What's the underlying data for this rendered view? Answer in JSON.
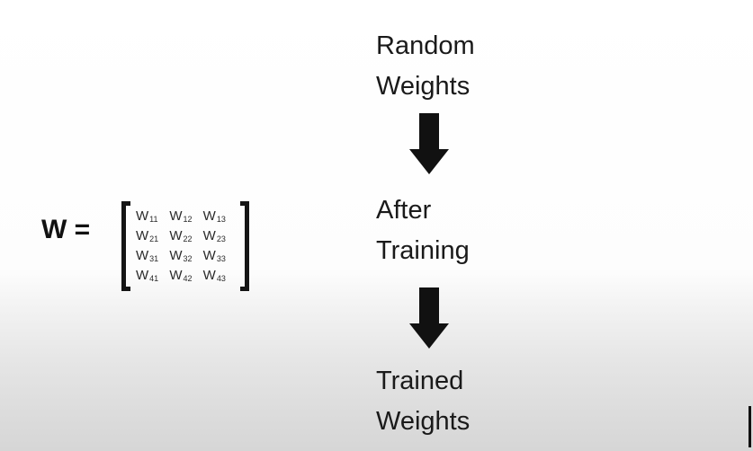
{
  "equation": {
    "lhs": "W =",
    "matrix": [
      [
        {
          "base": "W",
          "sub": "11"
        },
        {
          "base": "W",
          "sub": "12"
        },
        {
          "base": "W",
          "sub": "13"
        }
      ],
      [
        {
          "base": "W",
          "sub": "21"
        },
        {
          "base": "W",
          "sub": "22"
        },
        {
          "base": "W",
          "sub": "23"
        }
      ],
      [
        {
          "base": "W",
          "sub": "31"
        },
        {
          "base": "W",
          "sub": "32"
        },
        {
          "base": "W",
          "sub": "33"
        }
      ],
      [
        {
          "base": "W",
          "sub": "41"
        },
        {
          "base": "W",
          "sub": "42"
        },
        {
          "base": "W",
          "sub": "43"
        }
      ]
    ]
  },
  "flow": {
    "steps": [
      {
        "line1": "Random",
        "line2": "Weights"
      },
      {
        "line1": "After",
        "line2": "Training"
      },
      {
        "line1": "Trained",
        "line2": "Weights"
      }
    ],
    "arrow_icon": "down-arrow-icon",
    "arrow_color": "#111111"
  }
}
